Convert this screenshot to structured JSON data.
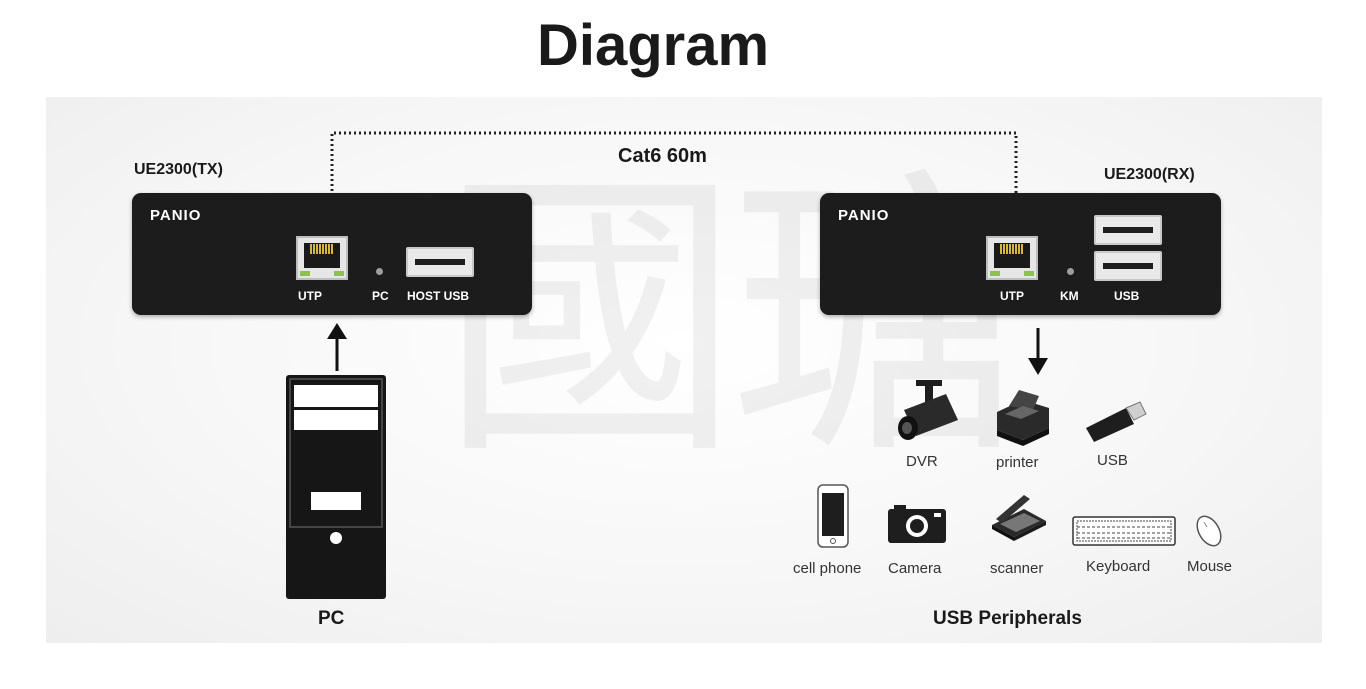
{
  "title": "Diagram",
  "watermark": "國瑭",
  "link": {
    "label": "Cat6 60m"
  },
  "tx": {
    "name": "UE2300(TX)",
    "brand": "PANIO",
    "ports": {
      "utp": "UTP",
      "pc": "PC",
      "host_usb": "HOST USB"
    }
  },
  "rx": {
    "name": "UE2300(RX)",
    "brand": "PANIO",
    "ports": {
      "utp": "UTP",
      "km": "KM",
      "usb": "USB"
    }
  },
  "pc": {
    "label": "PC"
  },
  "peripherals": {
    "title": "USB Peripherals",
    "items": {
      "dvr": "DVR",
      "printer": "printer",
      "usb": "USB",
      "cell_phone": "cell phone",
      "camera": "Camera",
      "scanner": "scanner",
      "keyboard": "Keyboard",
      "mouse": "Mouse"
    }
  },
  "colors": {
    "device": "#1c1c1c",
    "port_led": "#8bc34a",
    "pin": "#d8b740"
  }
}
